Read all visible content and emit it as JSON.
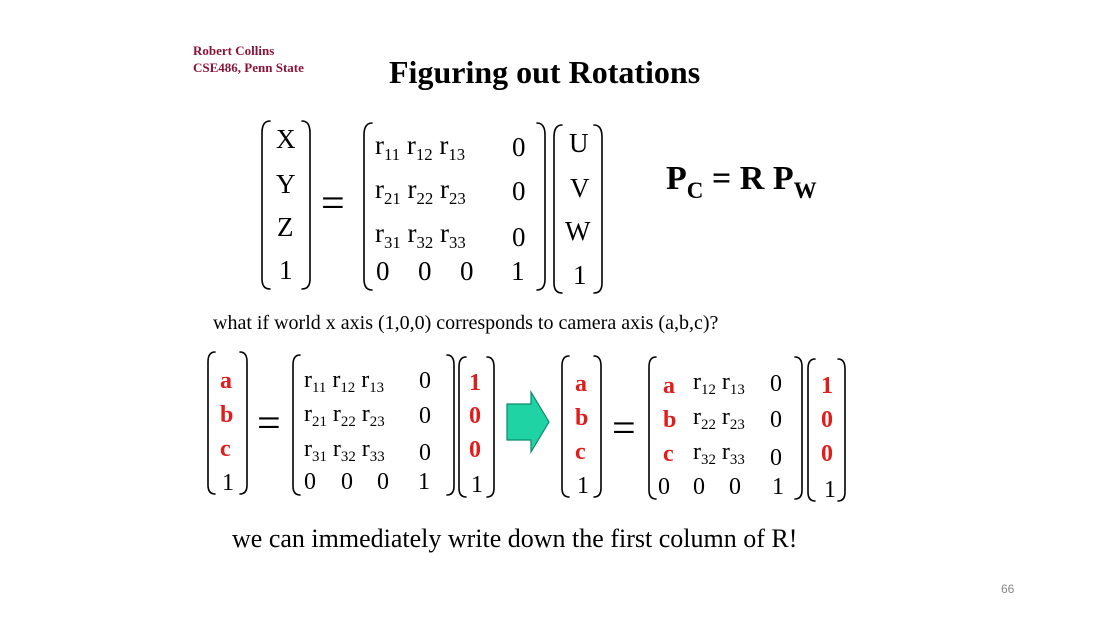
{
  "header": {
    "author": "Robert Collins",
    "course": "CSE486, Penn State",
    "title": "Figuring out Rotations"
  },
  "equation": {
    "lhs": "P",
    "lhs_sub": "C",
    "mid": " = R P",
    "rhs_sub": "W"
  },
  "top": {
    "lhs": [
      "X",
      "Y",
      "Z",
      "1"
    ],
    "rhs": [
      "U",
      "V",
      "W",
      "1"
    ],
    "matrix": [
      [
        "r",
        "11",
        "r",
        "12",
        "r",
        "13",
        "0"
      ],
      [
        "r",
        "21",
        "r",
        "22",
        "r",
        "23",
        "0"
      ],
      [
        "r",
        "31",
        "r",
        "32",
        "r",
        "33",
        "0"
      ],
      [
        "0",
        "0",
        "0",
        "1"
      ]
    ]
  },
  "question": "what if world x axis (1,0,0) corresponds to camera axis (a,b,c)?",
  "bottom": {
    "lhs": [
      "a",
      "b",
      "c",
      "1"
    ],
    "vec": [
      "1",
      "0",
      "0",
      "1"
    ],
    "r": "r",
    "subs": [
      "11",
      "12",
      "13",
      "21",
      "22",
      "23",
      "31",
      "32",
      "33"
    ],
    "zero": "0",
    "one": "1"
  },
  "conclusion": "we can immediately write down the first column of R!",
  "page_number": "66",
  "colors": {
    "author": "#8b1538",
    "highlight": "#e21b1b",
    "arrow_fill": "#1fd3a4",
    "arrow_stroke": "#0a8a6a"
  },
  "icons": {
    "arrow": "right-arrow-icon"
  }
}
